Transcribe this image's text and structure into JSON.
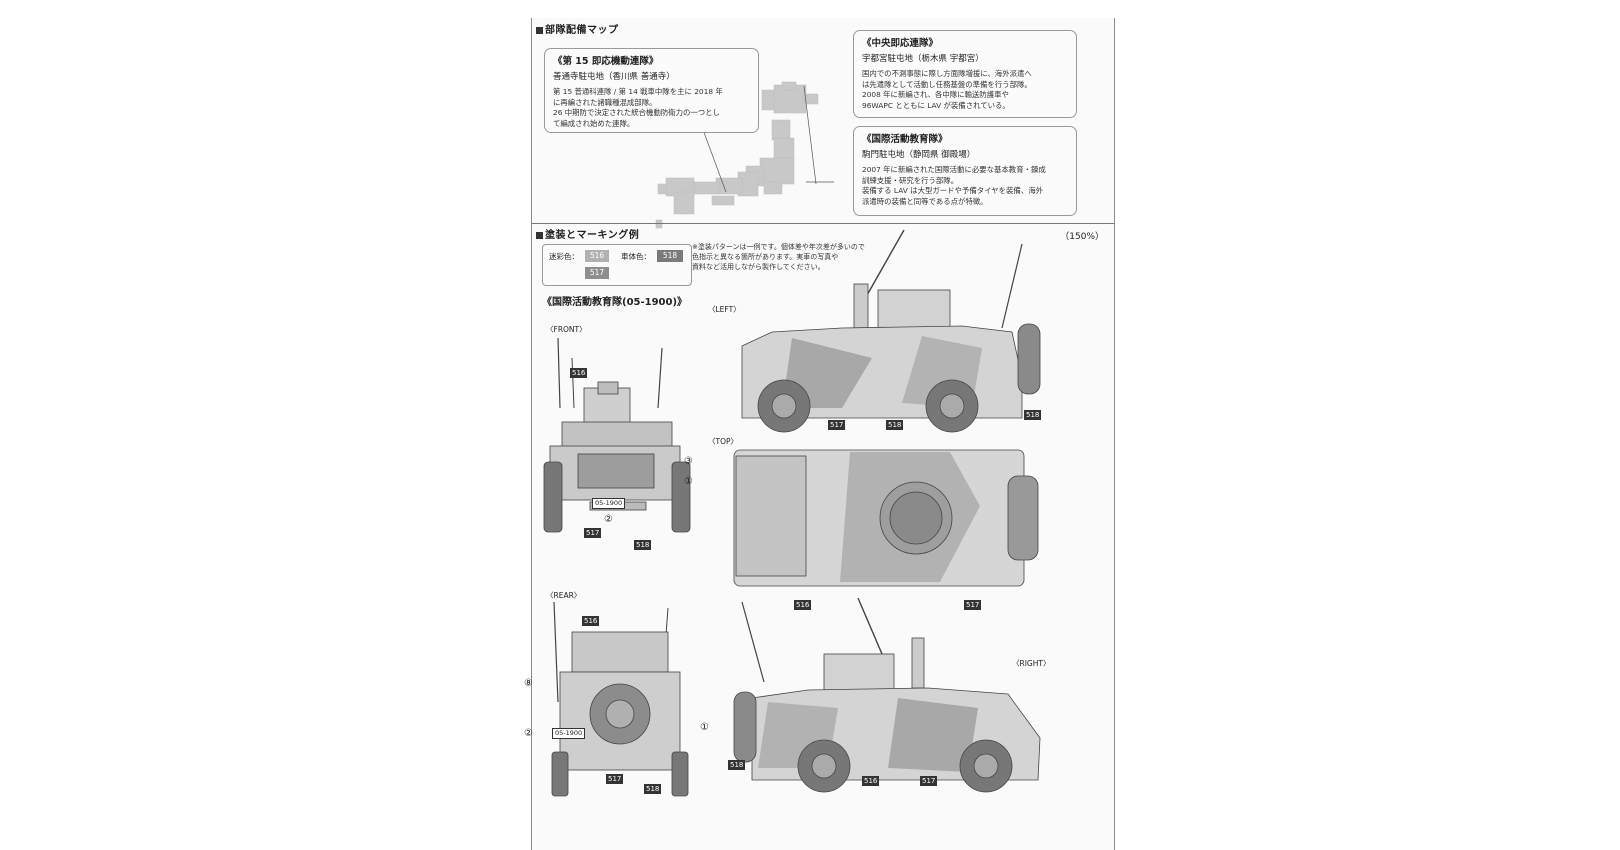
{
  "deployment": {
    "title": "部隊配備マップ",
    "unit15": {
      "title": "《第 15 即応機動連隊》",
      "location": "善通寺駐屯地（香川県 善通寺）",
      "desc1": "第 15 普通科連隊 / 第 14 戦車中隊を主に 2018 年",
      "desc2": "に再編された諸職種混成部隊。",
      "desc3": "26 中期防で決定された統合機動防衛力の一つとし",
      "desc4": "て編成され始めた連隊。"
    },
    "central": {
      "title": "《中央即応連隊》",
      "location": "宇都宮駐屯地（栃木県 宇都宮）",
      "desc1": "国内での不測事態に際し方面隊増援に、海外派遣へ",
      "desc2": "は先遣隊として活動し任務基盤の準備を行う部隊。",
      "desc3": "2008 年に新編され、各中隊に輸送防護車や",
      "desc4": "96WAPC とともに LAV が装備されている。"
    },
    "intl": {
      "title": "《国際活動教育隊》",
      "location": "駒門駐屯地（静岡県 御殿場）",
      "desc1": "2007 年に新編された国際活動に必要な基本教育・錬成",
      "desc2": "訓練支援・研究を行う部隊。",
      "desc3": "装備する LAV は大型ガードや予備タイヤを装備、海外",
      "desc4": "派遣時の装備と同等である点が特徴。"
    }
  },
  "painting": {
    "title": "塗装とマーキング例",
    "scale": "（150%）",
    "legend": {
      "camo_label": "迷彩色：",
      "body_label": "車体色：",
      "chip_516": "516",
      "chip_518": "518",
      "chip_517": "517"
    },
    "note1": "※塗装パターンは一例です。個体差や年次差が多いので",
    "note2": "色指示と異なる箇所があります。実車の写真や",
    "note3": "資料など活用しながら製作してください。",
    "example_title": "《国際活動教育隊(05-1900)》",
    "views": {
      "front": "〈FRONT〉",
      "left": "〈LEFT〉",
      "top": "〈TOP〉",
      "rear": "〈REAR〉",
      "right": "〈RIGHT〉"
    },
    "plate": "05-1900",
    "marks": {
      "c1": "①",
      "c2": "②",
      "c3": "③",
      "c8": "⑧",
      "n516": "516",
      "n517": "517",
      "n518": "518"
    }
  },
  "colors": {
    "camo_light": "#d9d9d9",
    "camo_dark": "#9a9a9a",
    "body": "#c4c4c4"
  }
}
